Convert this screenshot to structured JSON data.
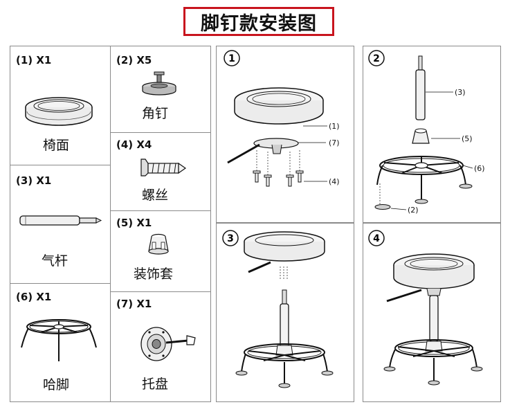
{
  "title": "脚钉款安装图",
  "parts": [
    {
      "code": "(1) X1",
      "name": "椅面"
    },
    {
      "code": "(2) X5",
      "name": "角钉"
    },
    {
      "code": "(4) X4",
      "name": "螺丝"
    },
    {
      "code": "(3) X1",
      "name": "气杆"
    },
    {
      "code": "(5) X1",
      "name": "装饰套"
    },
    {
      "code": "(6) X1",
      "name": "哈脚"
    },
    {
      "code": "(7) X1",
      "name": "托盘"
    }
  ],
  "steps": [
    {
      "number": "1",
      "callouts": [
        "(1)",
        "(7)",
        "(4)"
      ]
    },
    {
      "number": "2",
      "callouts": [
        "(3)",
        "(5)",
        "(6)",
        "(2)"
      ]
    },
    {
      "number": "3",
      "callouts": []
    },
    {
      "number": "4",
      "callouts": []
    }
  ]
}
